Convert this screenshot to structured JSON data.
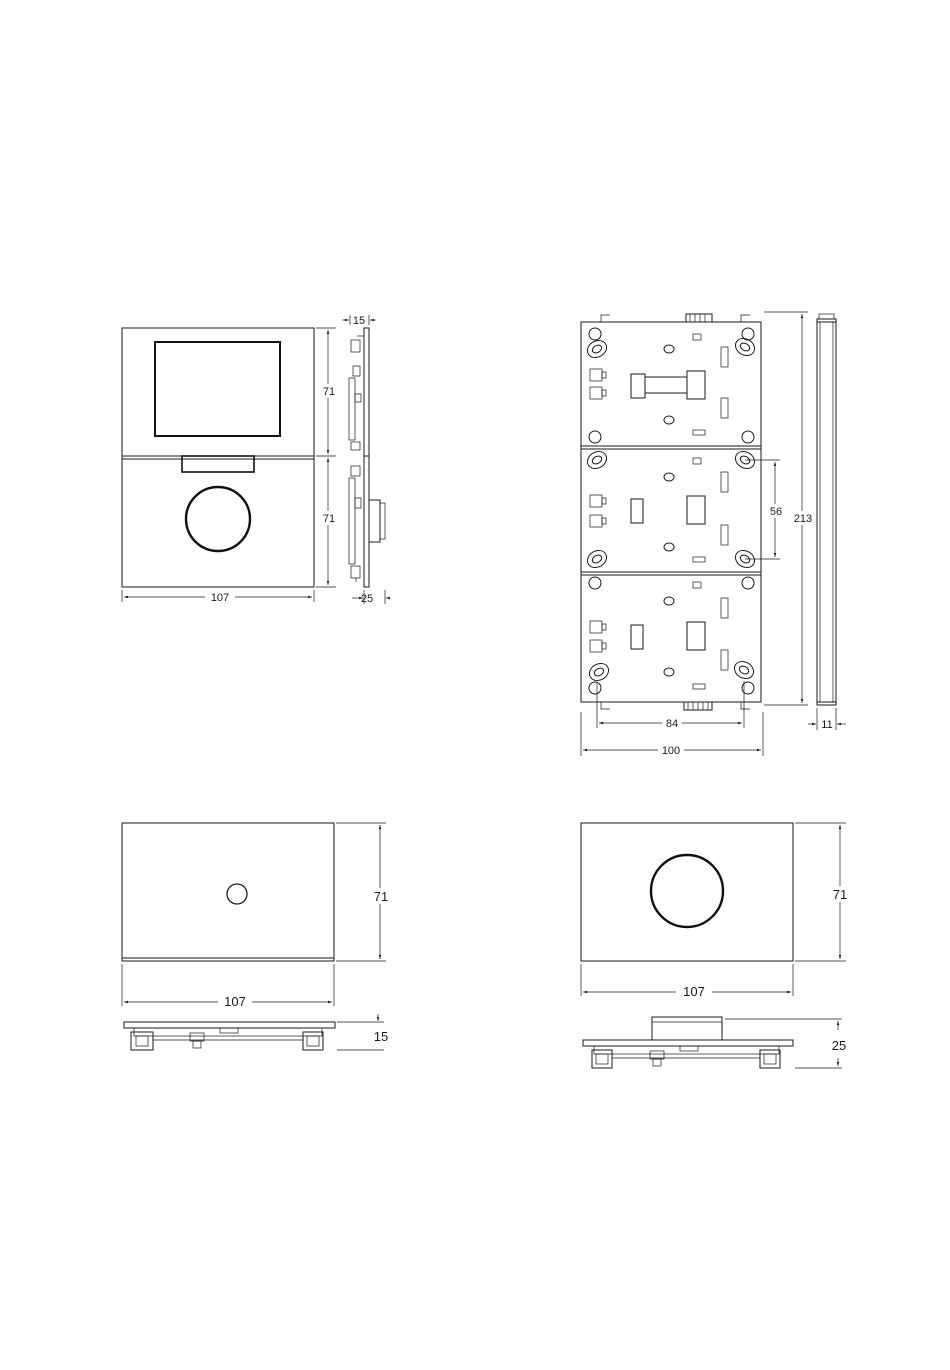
{
  "colors": {
    "line": "#1a1a1a",
    "background": "#ffffff"
  },
  "views": {
    "top_left": {
      "width_label": "107",
      "upper_height_label": "71",
      "lower_height_label": "71",
      "side_depth_top_label": "15",
      "side_depth_bottom_label": "25"
    },
    "top_right": {
      "overall_height_label": "213",
      "hole_spacing_label": "56",
      "hole_width_label": "84",
      "overall_width_label": "100",
      "side_depth_label": "11"
    },
    "bottom_left": {
      "height_label": "71",
      "width_label": "107",
      "depth_label": "15"
    },
    "bottom_right": {
      "height_label": "71",
      "width_label": "107",
      "depth_label": "25"
    }
  }
}
